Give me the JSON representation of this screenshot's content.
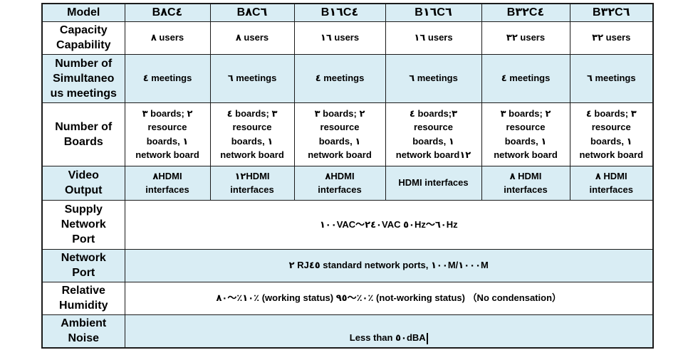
{
  "colors": {
    "row_blue": "#d9edf4",
    "row_white": "#ffffff",
    "border": "#1b1b1b",
    "text": "#000000"
  },
  "table": {
    "header_row": {
      "label": "Model",
      "models": [
        "B٨C٤",
        "B٨C٦",
        "B١٦C٤",
        "B١٦C٦",
        "B٣٢C٤",
        "B٣٢C٦"
      ]
    },
    "capacity_row": {
      "label": "Capacity\nCapability",
      "cells": [
        "٨ users",
        "٨ users",
        "١٦ users",
        "١٦ users",
        "٣٢ users",
        "٣٢ users"
      ]
    },
    "meetings_row": {
      "label": "Number of\nSimultaneo\nus meetings",
      "cells": [
        "٤ meetings",
        "٦ meetings",
        "٤ meetings",
        "٦ meetings",
        "٤ meetings",
        "٦ meetings"
      ]
    },
    "boards_row": {
      "label": "Number of\nBoards",
      "cells": [
        "٣ boards; ٢\nresource\nboards, ١\nnetwork board",
        "٤ boards; ٣\nresource\nboards, ١\nnetwork board",
        "٣ boards; ٢\nresource\nboards, ١\nnetwork board",
        "٤ boards;٣\nresource\nboards, ١\nnetwork board١٢",
        "٣ boards; ٢\nresource\nboards, ١\nnetwork board",
        "٤ boards; ٣\nresource\nboards, ١\nnetwork board"
      ]
    },
    "video_row": {
      "label": "Video\nOutput",
      "cells": [
        "٨HDMI\ninterfaces",
        "١٢HDMI\ninterfaces",
        "٨HDMI\ninterfaces",
        "HDMI interfaces",
        "٨ HDMI\ninterfaces",
        "٨ HDMI\ninterfaces"
      ]
    },
    "supply_row": {
      "label": "Supply\nNetwork\nPort",
      "value": "١٠٠VAC～٢٤٠VAC ٥٠Hz～٦٠Hz"
    },
    "network_row": {
      "label": "Network\nPort",
      "value": "٢ RJ٤٥ standard network ports, ١٠٠M/١٠٠٠M"
    },
    "humidity_row": {
      "label": "Relative\nHumidity",
      "value": "١٠٪～٨٠٪ (working status) ٠٪～٩٥٪ (not-working status) （No condensation）"
    },
    "noise_row": {
      "label": "Ambient\nNoise",
      "value": "Less than ٥٠dBA",
      "text_cursor_visible": true
    }
  }
}
